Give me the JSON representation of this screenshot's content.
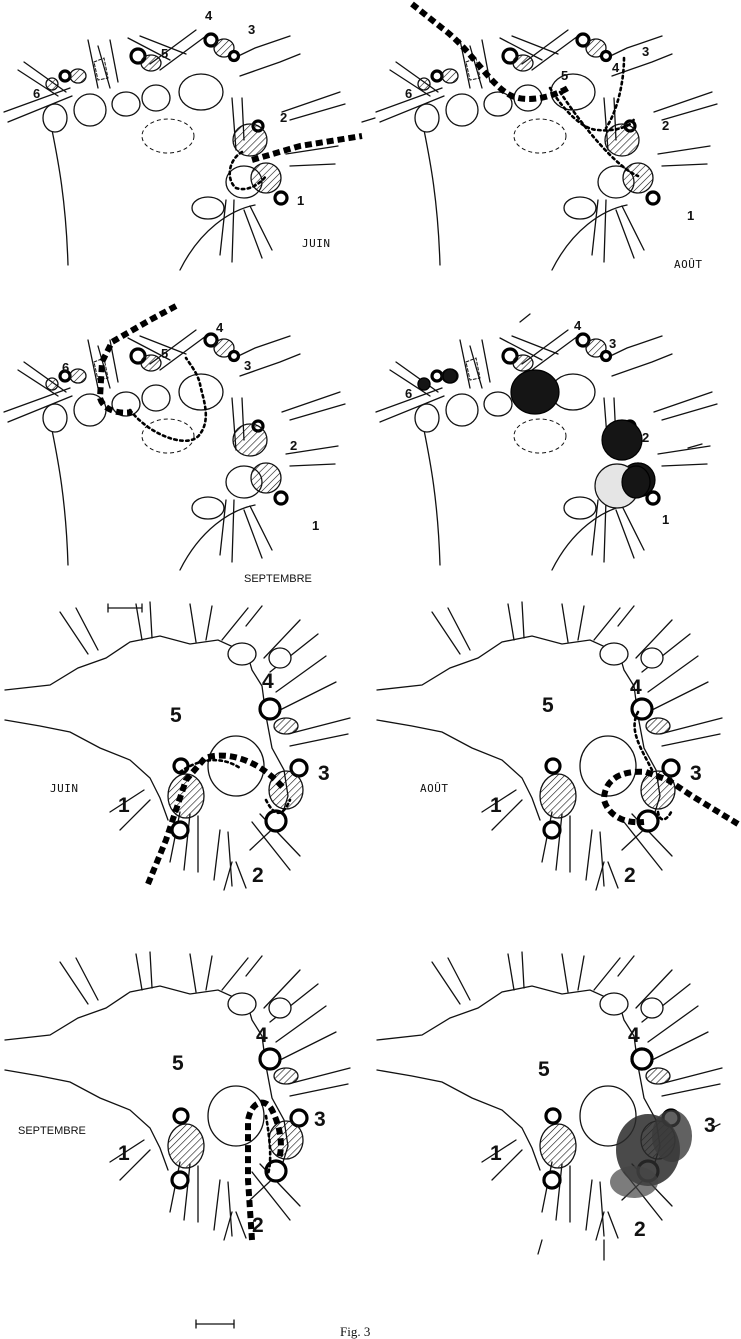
{
  "figure_caption": "Fig. 3",
  "upper_panels": [
    {
      "month": "JUIN"
    },
    {
      "month": "AOÛT"
    },
    {
      "month": "SEPTEMBRE"
    },
    {
      "month": ""
    }
  ],
  "lower_panels": [
    {
      "month": "JUIN"
    },
    {
      "month": "AOÛT"
    },
    {
      "month": "SEPTEMBRE"
    },
    {
      "month": ""
    }
  ],
  "upper_numbers": [
    "1",
    "2",
    "3",
    "4",
    "5",
    "6"
  ],
  "lower_numbers": [
    "1",
    "2",
    "3",
    "4",
    "5"
  ]
}
